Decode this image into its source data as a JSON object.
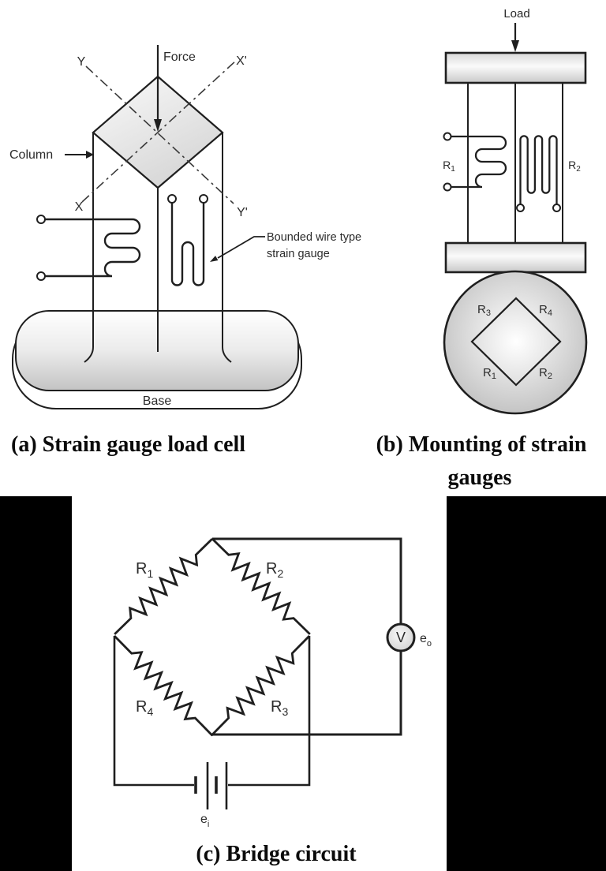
{
  "colors": {
    "ink": "#1f1f1f",
    "label_text": "#2b2b2b",
    "caption_text": "#0b0b0b",
    "metal_light": "#fafafa",
    "metal_dark": "#c4c4c4",
    "mask": "#000000"
  },
  "panel_a": {
    "caption": "(a) Strain gauge load cell",
    "force_label": "Force",
    "column_label": "Column",
    "base_label": "Base",
    "axis": {
      "y": "Y",
      "x_prime": "X'",
      "x": "X",
      "y_prime": "Y'"
    },
    "gauge_note": {
      "line1": "Bounded wire type",
      "line2": "strain gauge"
    }
  },
  "panel_b": {
    "caption_line1": "(b) Mounting of strain",
    "caption_line2": "gauges",
    "load_label": "Load",
    "gauge_r1": {
      "base": "R",
      "sub": "1"
    },
    "gauge_r2": {
      "base": "R",
      "sub": "2"
    },
    "mount_r3": {
      "base": "R",
      "sub": "3"
    },
    "mount_r4": {
      "base": "R",
      "sub": "4"
    },
    "mount_r1": {
      "base": "R",
      "sub": "1"
    },
    "mount_r2": {
      "base": "R",
      "sub": "2"
    }
  },
  "panel_c": {
    "caption": "(c) Bridge circuit",
    "r1": {
      "base": "R",
      "sub": "1"
    },
    "r2": {
      "base": "R",
      "sub": "2"
    },
    "r3": {
      "base": "R",
      "sub": "3"
    },
    "r4": {
      "base": "R",
      "sub": "4"
    },
    "voltmeter": "V",
    "output_voltage": {
      "base": "e",
      "sub": "o"
    },
    "input_voltage": {
      "base": "e",
      "sub": "i"
    }
  }
}
